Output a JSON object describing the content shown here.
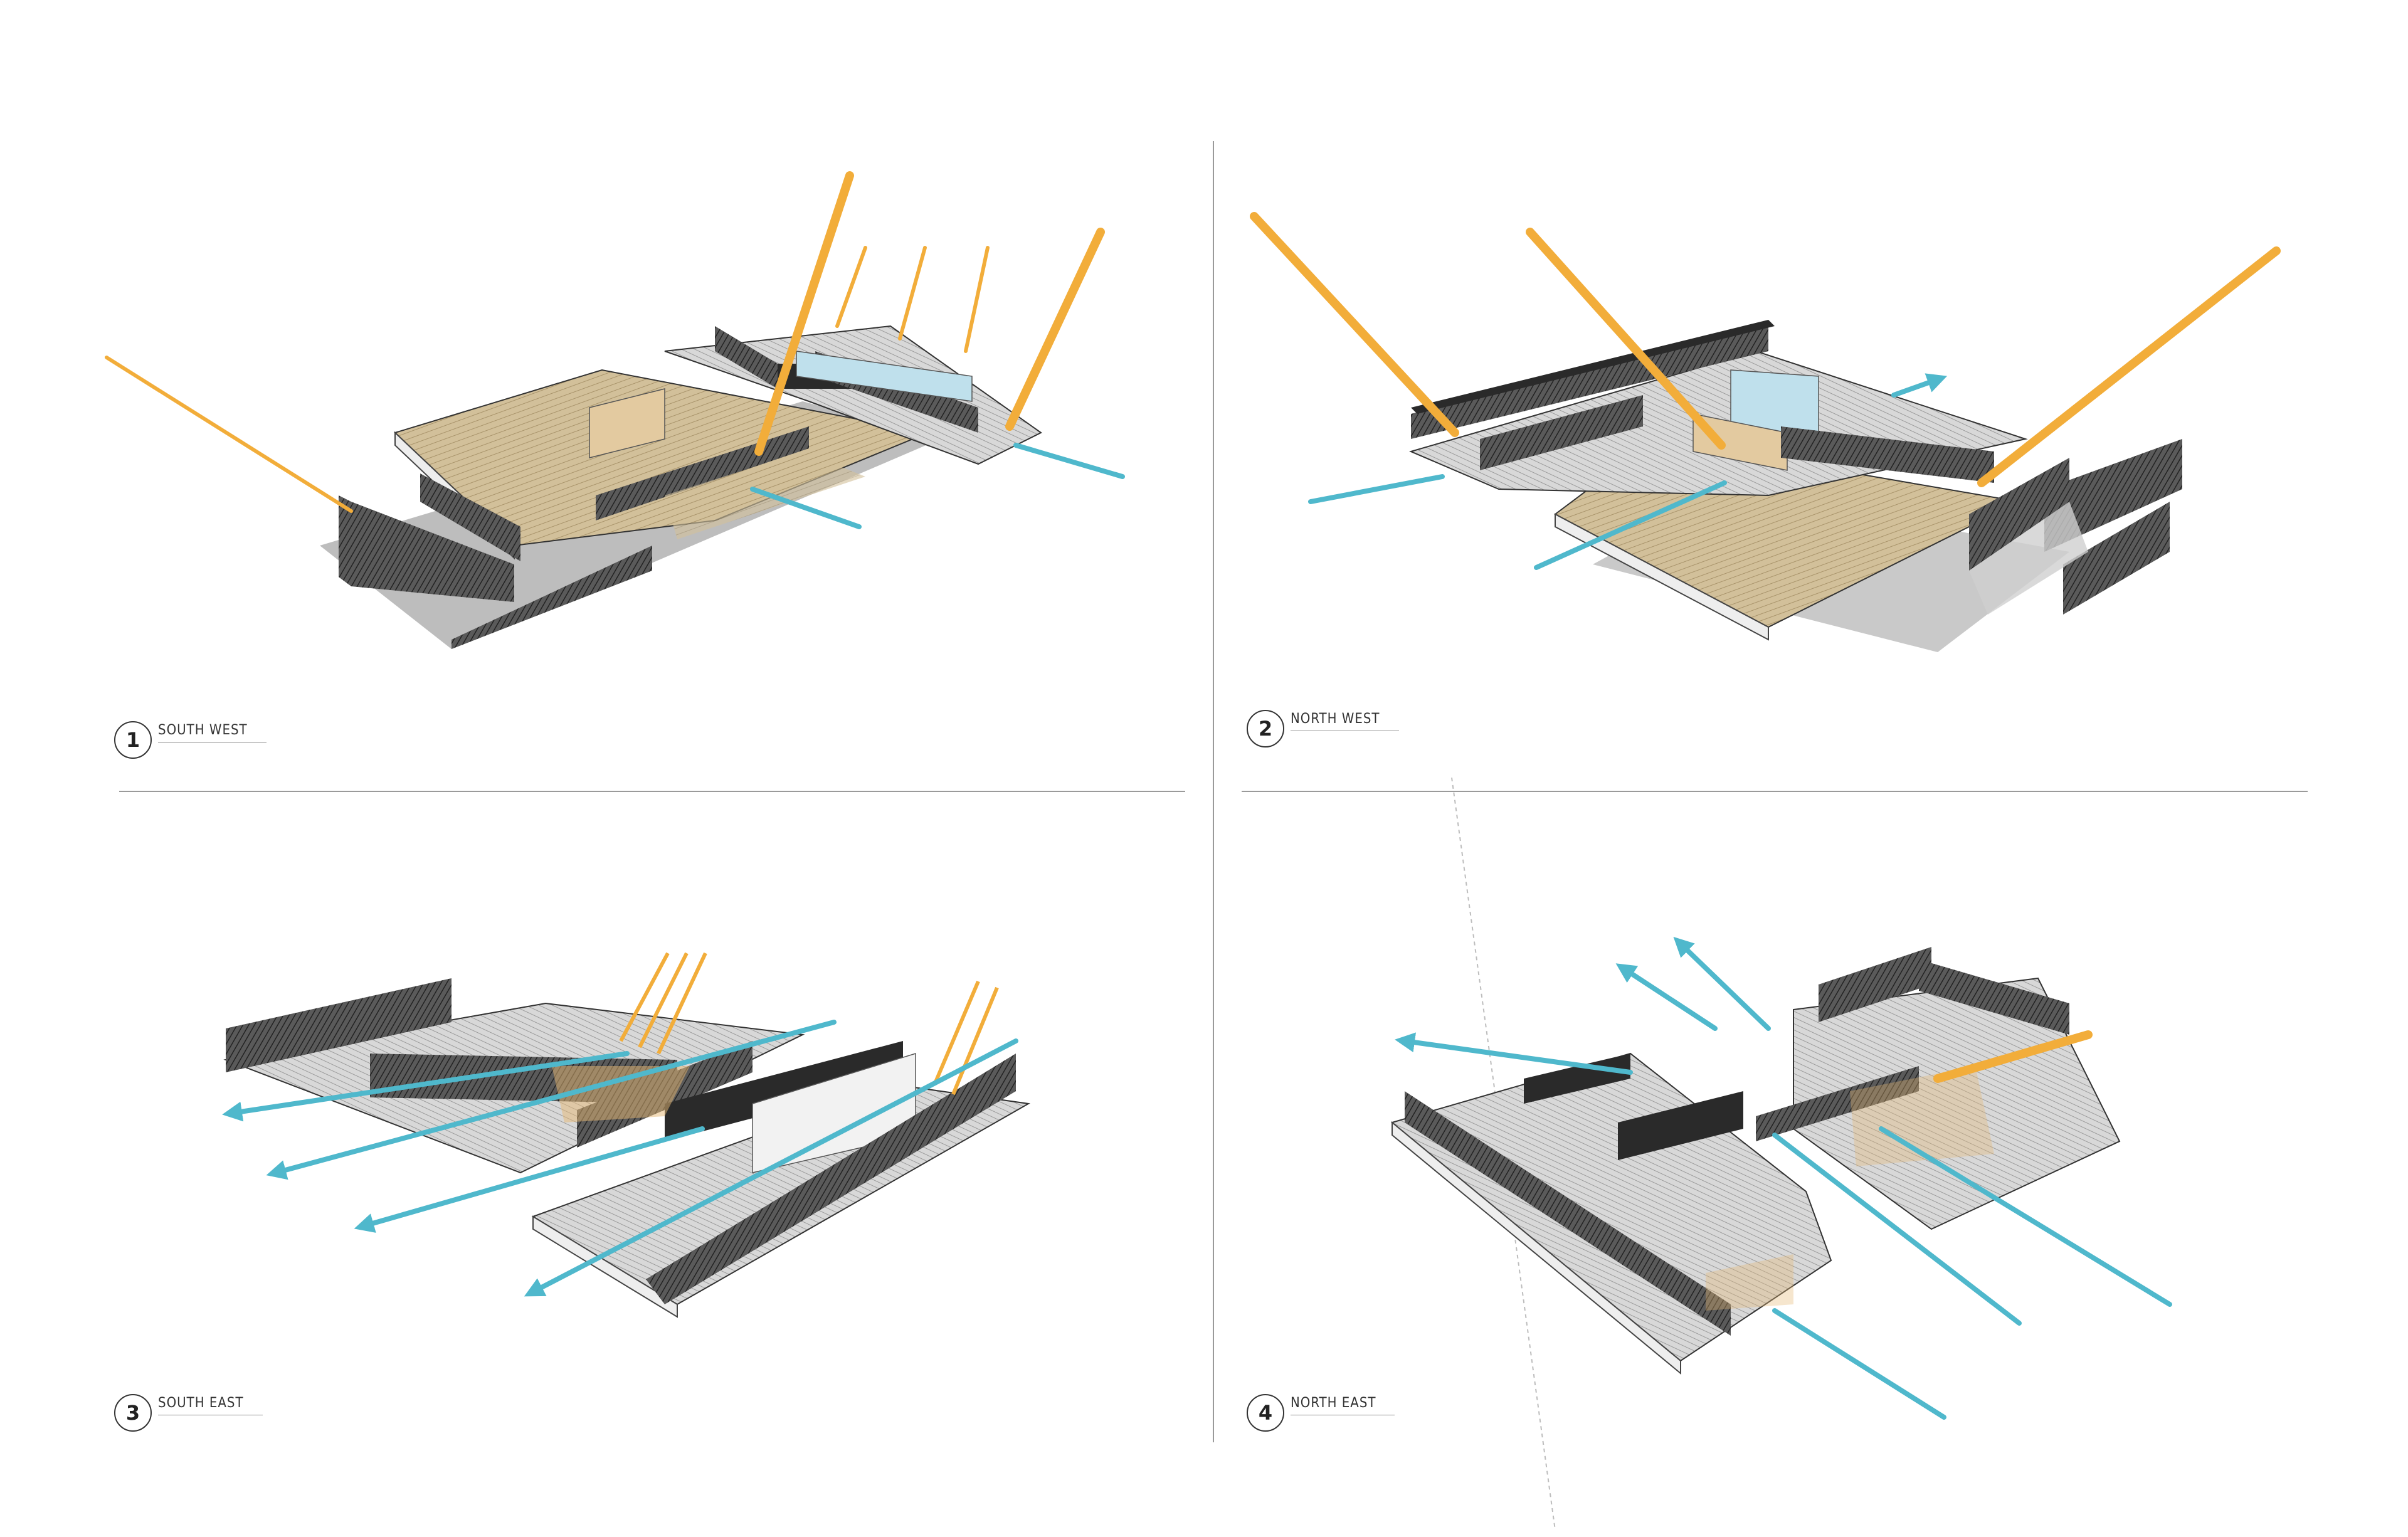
{
  "panels": [
    {
      "number": "1",
      "label": "SOUTH WEST"
    },
    {
      "number": "2",
      "label": "NORTH WEST"
    },
    {
      "number": "3",
      "label": "SOUTH EAST"
    },
    {
      "number": "4",
      "label": "NORTH EAST"
    }
  ],
  "colors": {
    "sun_ray": "#f2ad3a",
    "wind_arrow": "#4fb8cc",
    "wall_dark": "#3a3a3a",
    "floor_wood": "#c8b48a",
    "floor_grey": "#cfcfcf",
    "divider": "#9a9a9a"
  }
}
